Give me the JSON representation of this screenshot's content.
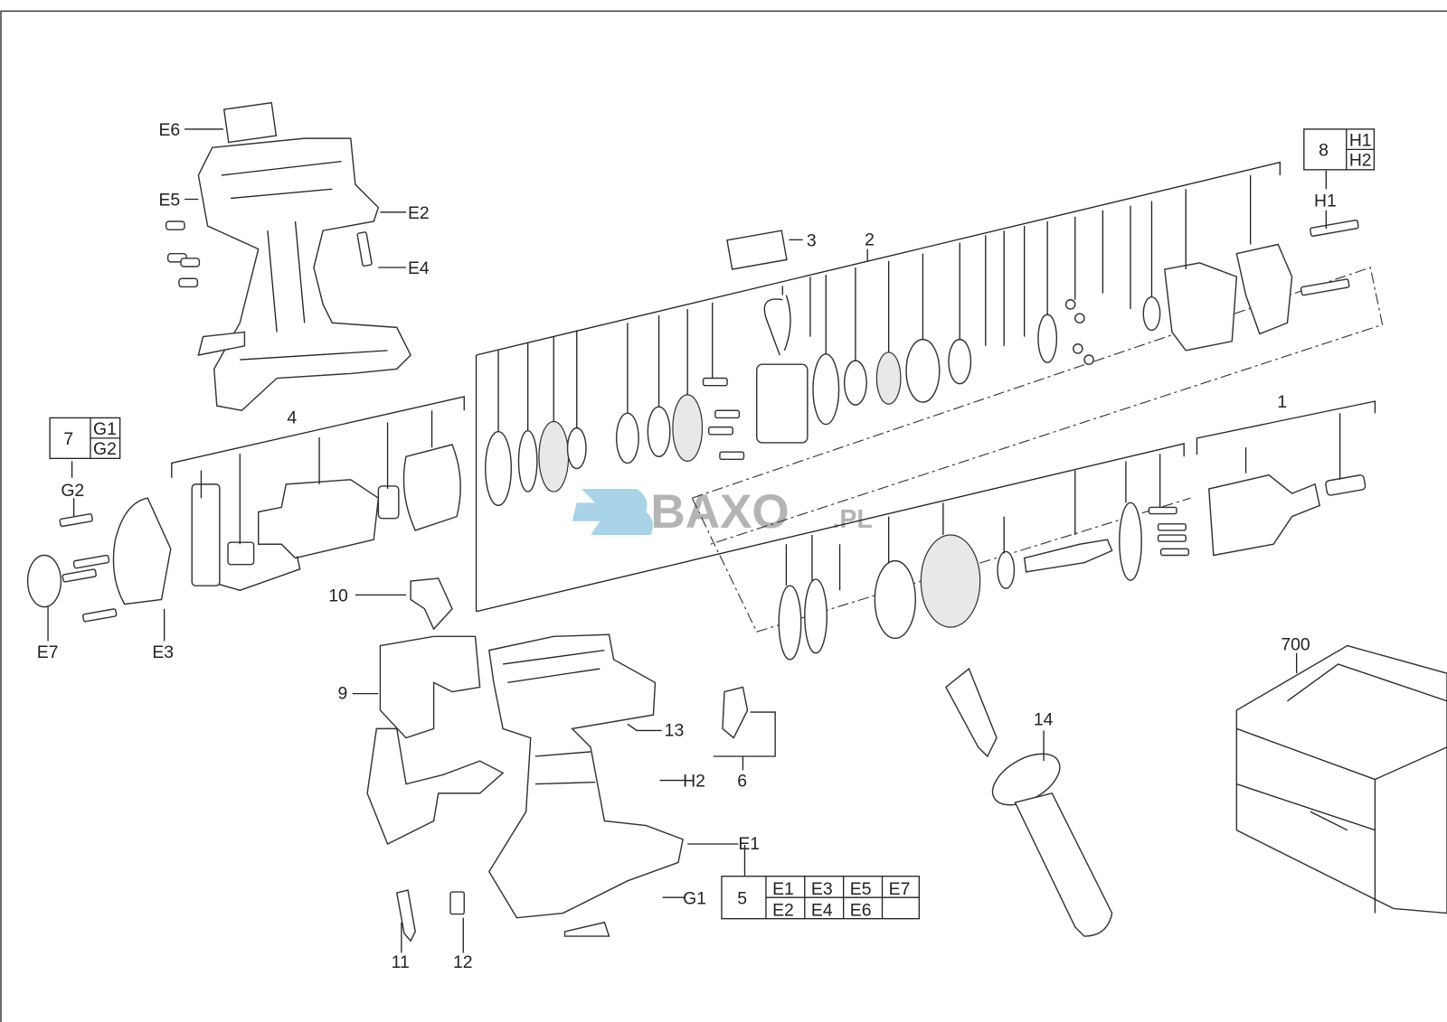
{
  "title": "Exploded parts diagram - cordless drill",
  "watermark": {
    "brand": "BAXO",
    "suffix": ".PL"
  },
  "labels": {
    "E6": "E6",
    "E5": "E5",
    "E2": "E2",
    "E4": "E4",
    "p3": "3",
    "p2": "2",
    "H1": "H1",
    "p4": "4",
    "G2": "G2",
    "p1": "1",
    "E7": "E7",
    "E3": "E3",
    "p10": "10",
    "p9": "9",
    "p13": "13",
    "H2": "H2",
    "p6": "6",
    "E1": "E1",
    "G1": "G1",
    "p11": "11",
    "p12": "12",
    "p14": "14",
    "p700": "700"
  },
  "kits": {
    "k8": {
      "number": "8",
      "items": [
        "H1",
        "H2"
      ]
    },
    "k7": {
      "number": "7",
      "items": [
        "G1",
        "G2"
      ]
    },
    "k5": {
      "number": "5",
      "items": [
        "E1",
        "E3",
        "E5",
        "E7",
        "E2",
        "E4",
        "E6"
      ]
    }
  }
}
